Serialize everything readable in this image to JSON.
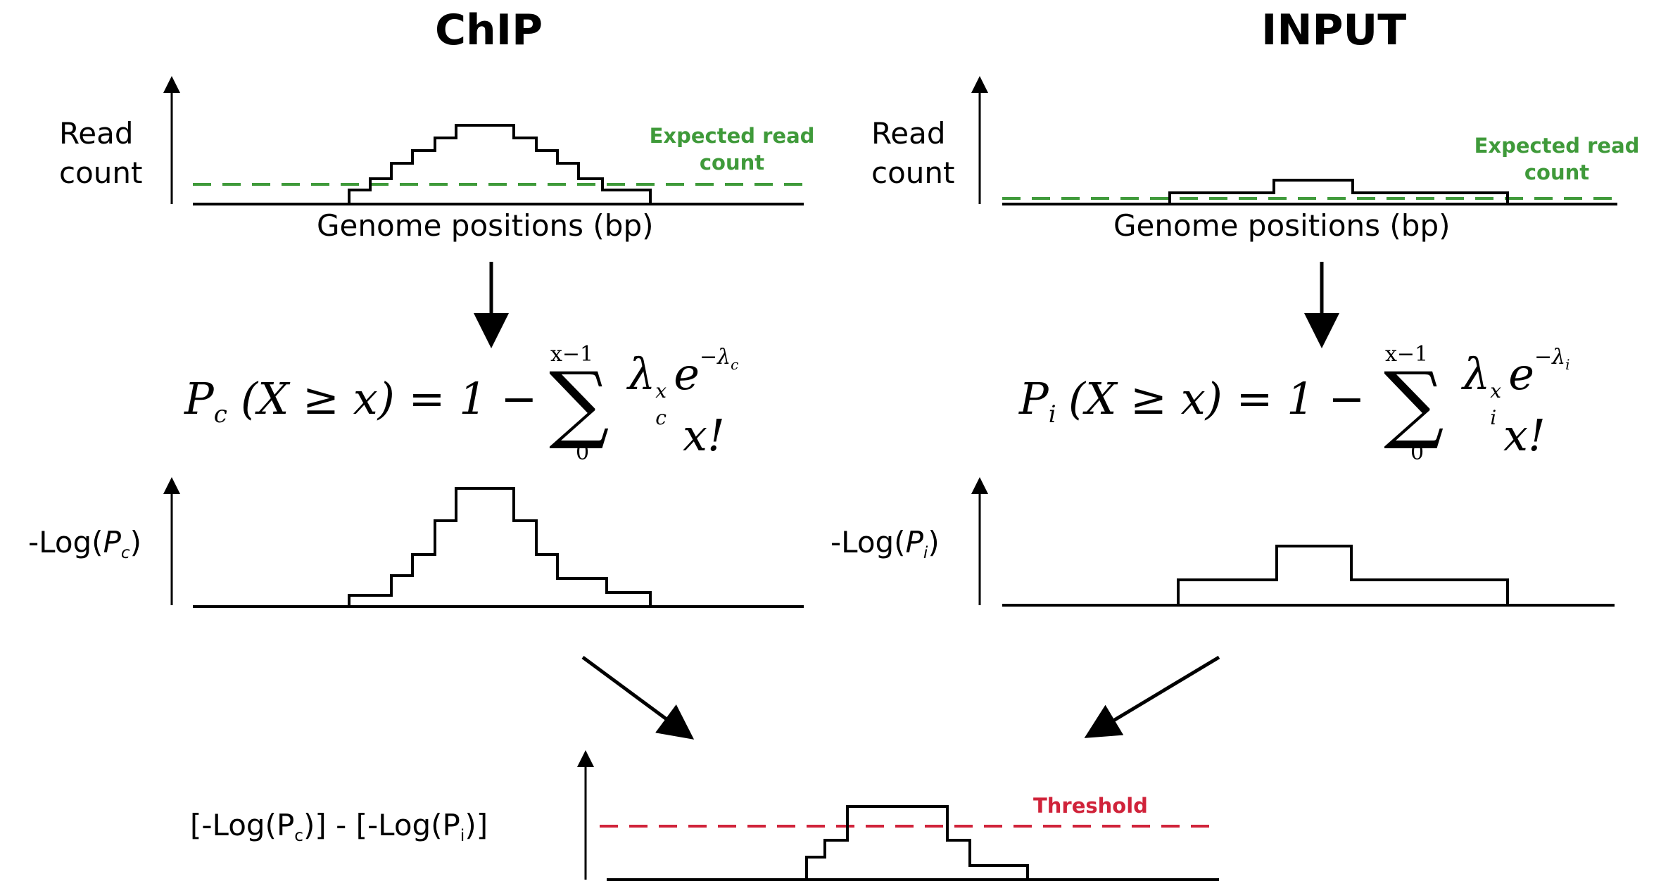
{
  "titles": {
    "chip": "ChIP",
    "input": "INPUT"
  },
  "chip_panel": {
    "y_label_line1": "Read",
    "y_label_line2": "count",
    "expected_line1": "Expected read",
    "expected_line2": "count",
    "x_label": "Genome positions (bp)",
    "neglog_label_prefix": "-Log(",
    "neglog_label_var": "P",
    "neglog_label_sub": "c",
    "neglog_label_suffix": ")"
  },
  "input_panel": {
    "y_label_line1": "Read",
    "y_label_line2": "count",
    "expected_line1": "Expected read",
    "expected_line2": "count",
    "x_label": "Genome positions (bp)",
    "neglog_label_prefix": "-Log(",
    "neglog_label_var": "P",
    "neglog_label_sub": "i",
    "neglog_label_suffix": ")"
  },
  "formulas": {
    "chip": {
      "lhs_var": "P",
      "lhs_sub": "c",
      "body": "(X ≥ x) = 1 −",
      "sum": "∑",
      "upper": "x−1",
      "lower": "0",
      "num_base": "λ",
      "num_sub": "c",
      "num_sup": "x",
      "num_e": "e",
      "num_exp": "−λ",
      "num_exp_sub": "c",
      "den": "x!"
    },
    "input": {
      "lhs_var": "P",
      "lhs_sub": "i",
      "body": "(X ≥ x) = 1 −",
      "sum": "∑",
      "upper": "x−1",
      "lower": "0",
      "num_base": "λ",
      "num_sub": "i",
      "num_sup": "x",
      "num_e": "e",
      "num_exp": "−λ",
      "num_exp_sub": "i",
      "den": "x!"
    }
  },
  "diff_panel": {
    "label_a": "[-Log(P",
    "label_a_sub": "c",
    "label_mid": ")]  -  [-Log(P",
    "label_b_sub": "i",
    "label_end": ")]",
    "threshold": "Threshold"
  },
  "colors": {
    "expected_line": "#3f9a3a",
    "threshold_line": "#d0233a",
    "stroke": "#000000"
  }
}
